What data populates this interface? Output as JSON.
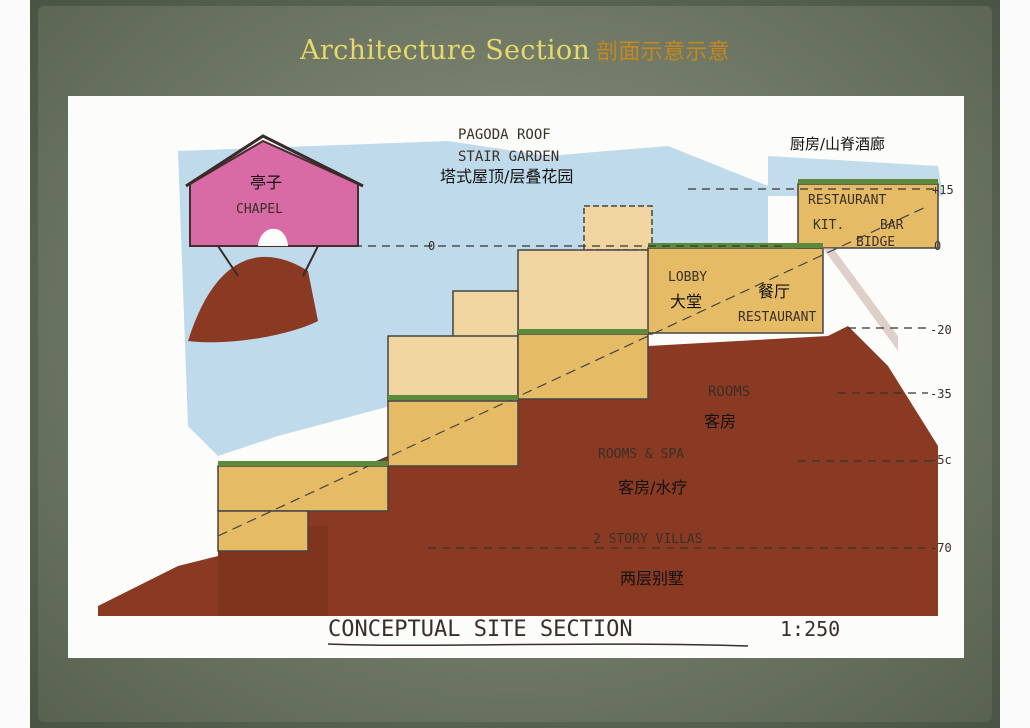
{
  "slide": {
    "title": "Architecture Section",
    "title_zh": "剖面示意示意"
  },
  "sketch": {
    "labels": {
      "pagoda_roof": "PAGODA ROOF",
      "stair_garden": "STAIR GARDEN",
      "pagoda_zh": "塔式屋顶/层叠花园",
      "chapel": "CHAPEL",
      "chapel_zh": "亭子",
      "restaurant_top": "RESTAURANT",
      "kit": "KIT.",
      "bar": "BAR",
      "bidge": "BIDGE",
      "kitchen_zh": "厨房/山脊酒廊",
      "lobby": "LOBBY",
      "lobby_zh": "大堂",
      "restaurant_zh": "餐厅",
      "restaurant": "RESTAURANT",
      "rooms": "ROOMS",
      "rooms_zh": "客房",
      "rooms_spa": "ROOMS & SPA",
      "rooms_spa_zh": "客房/水疗",
      "villas": "2 STORY VILLAS",
      "villas_zh": "两层别墅"
    },
    "levels": {
      "plus15": "+15",
      "zero_right": "0",
      "zero_left": "0",
      "minus20": "-20",
      "minus35": "-35",
      "minus50": "-5c",
      "minus70": "-70"
    },
    "caption": "CONCEPTUAL SITE SECTION",
    "scale": "1:250"
  },
  "colors": {
    "title": "#e8d86a",
    "title_zh": "#c8871e",
    "frame": "#6c7663",
    "earth": "#8a3a22",
    "building": "#e6bb66",
    "sky": "#a9cfe6",
    "chapel": "#d86aa6"
  }
}
